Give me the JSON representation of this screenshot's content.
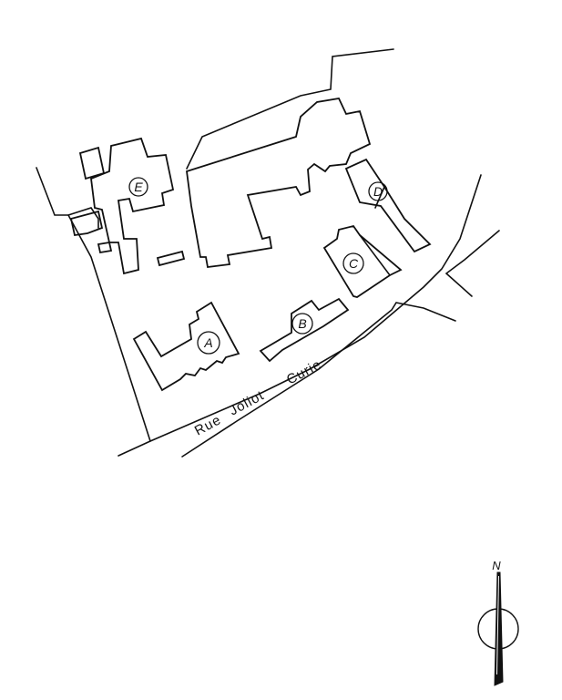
{
  "buildings": [
    {
      "id": "a",
      "label": "A"
    },
    {
      "id": "b",
      "label": "B"
    },
    {
      "id": "c",
      "label": "C"
    },
    {
      "id": "d",
      "label": "D"
    },
    {
      "id": "e",
      "label": "E"
    }
  ],
  "street": {
    "words": [
      "Rue",
      "Joliot",
      "Curie"
    ]
  },
  "north_arrow": {
    "label": "N"
  }
}
